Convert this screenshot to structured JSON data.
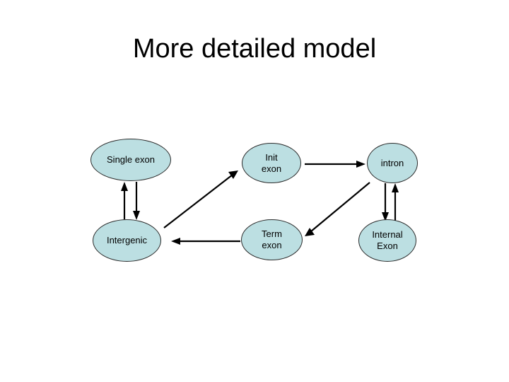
{
  "slide": {
    "title": "More detailed model",
    "background_color": "#ffffff",
    "title_color": "#000000"
  },
  "diagram": {
    "node_fill_color": "#bcdfe2",
    "node_border_color": "#2b2b2b",
    "edge_color": "#000000",
    "nodes": [
      {
        "id": "single-exon",
        "label": "Single exon",
        "shape": "ellipse"
      },
      {
        "id": "init-exon",
        "label": "Init\nexon",
        "shape": "ellipse"
      },
      {
        "id": "intron",
        "label": "intron",
        "shape": "ellipse"
      },
      {
        "id": "intergenic",
        "label": "Intergenic",
        "shape": "ellipse"
      },
      {
        "id": "term-exon",
        "label": "Term\nexon",
        "shape": "ellipse"
      },
      {
        "id": "internal-exon",
        "label": "Internal\nExon",
        "shape": "ellipse"
      }
    ],
    "edges": [
      {
        "id": "intergenic-to-single",
        "from": "intergenic",
        "to": "single-exon",
        "direction": "up"
      },
      {
        "id": "single-to-intergenic",
        "from": "single-exon",
        "to": "intergenic",
        "direction": "down"
      },
      {
        "id": "intergenic-to-init",
        "from": "intergenic",
        "to": "init-exon",
        "direction": "diagonal-up-right"
      },
      {
        "id": "init-to-intron",
        "from": "init-exon",
        "to": "intron",
        "direction": "right"
      },
      {
        "id": "intron-to-internal",
        "from": "intron",
        "to": "internal-exon",
        "direction": "down"
      },
      {
        "id": "internal-to-intron",
        "from": "internal-exon",
        "to": "intron",
        "direction": "up"
      },
      {
        "id": "intron-to-term",
        "from": "intron",
        "to": "term-exon",
        "direction": "diagonal-down-left"
      },
      {
        "id": "term-to-intergenic",
        "from": "term-exon",
        "to": "intergenic",
        "direction": "left"
      }
    ]
  }
}
